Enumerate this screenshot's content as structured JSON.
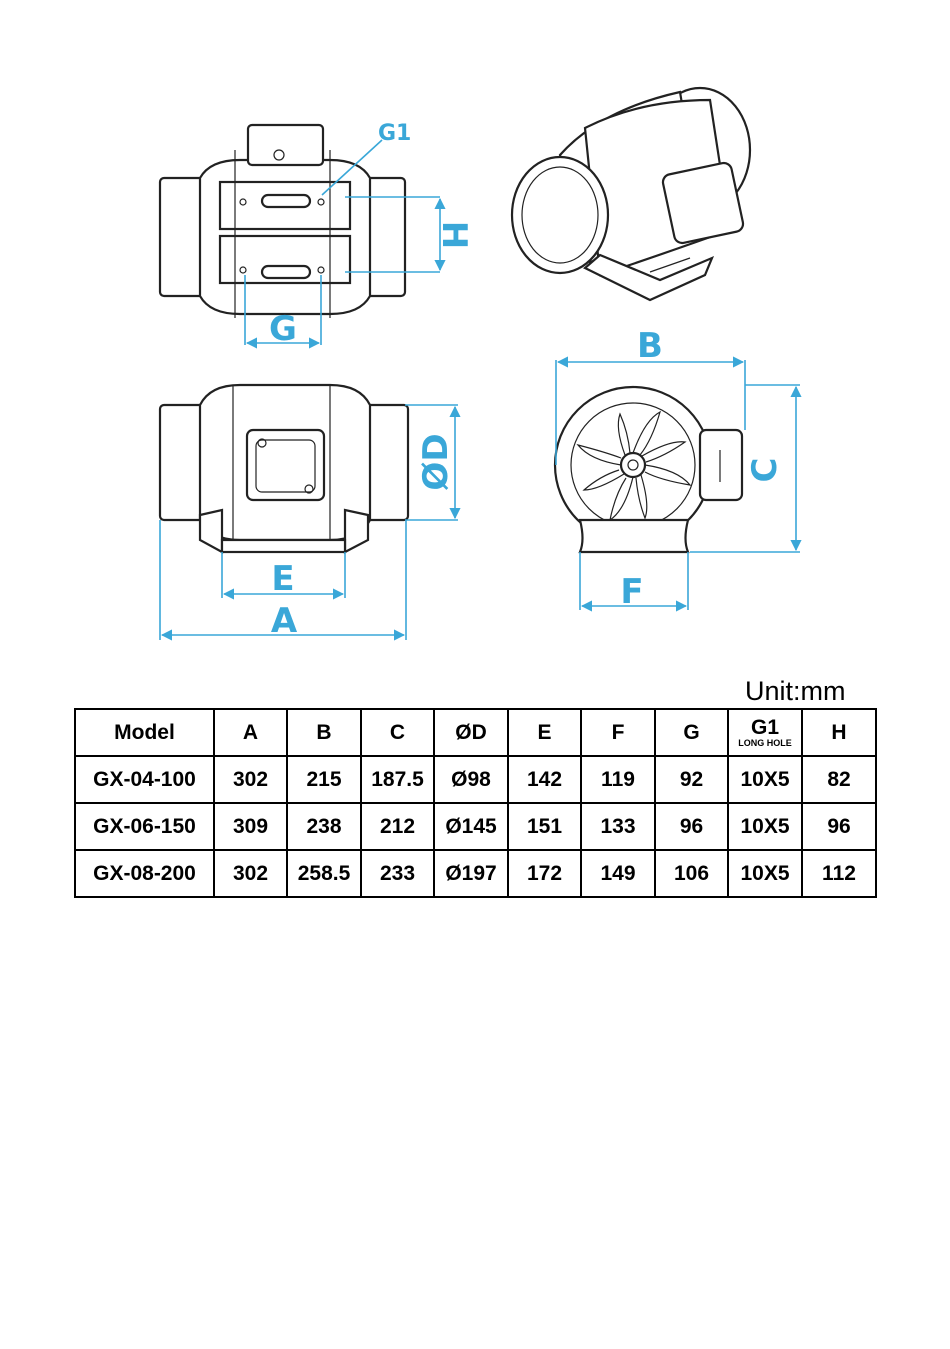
{
  "drawing": {
    "labels": {
      "g1": "G1",
      "h": "H",
      "g": "G",
      "b": "B",
      "c": "C",
      "d": "ØD",
      "e": "E",
      "f": "F",
      "a": "A"
    }
  },
  "unit": "Unit:mm",
  "table": {
    "headers": [
      "Model",
      "A",
      "B",
      "C",
      "ØD",
      "E",
      "F",
      "G",
      "G1",
      "H"
    ],
    "g1_note": "LONG HOLE",
    "rows": [
      [
        "GX-04-100",
        "302",
        "215",
        "187.5",
        "Ø98",
        "142",
        "119",
        "92",
        "10X5",
        "82"
      ],
      [
        "GX-06-150",
        "309",
        "238",
        "212",
        "Ø145",
        "151",
        "133",
        "96",
        "10X5",
        "96"
      ],
      [
        "GX-08-200",
        "302",
        "258.5",
        "233",
        "Ø197",
        "172",
        "149",
        "106",
        "10X5",
        "112"
      ]
    ]
  }
}
